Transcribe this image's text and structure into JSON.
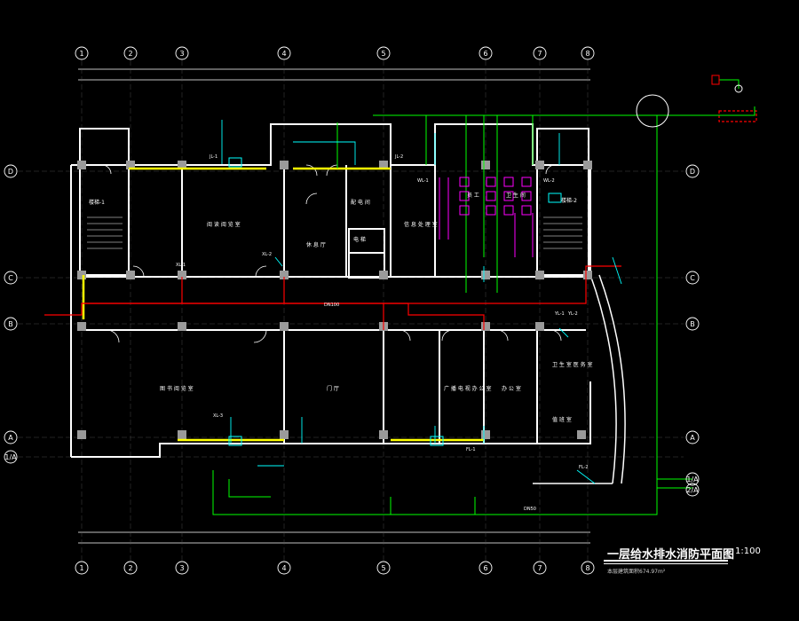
{
  "drawing": {
    "title": "一层给水排水消防平面图",
    "scale": "1:100",
    "subtitle": "本层建筑面积674.97m²"
  },
  "grid_top": [
    "1",
    "2",
    "3",
    "4",
    "5",
    "6",
    "7",
    "8"
  ],
  "grid_left": [
    "D",
    "C",
    "B",
    "A",
    "1/A"
  ],
  "grid_right": [
    "D",
    "C",
    "B",
    "A"
  ],
  "grid_right_extra": [
    "1/A",
    "2/A"
  ],
  "rooms": [
    {
      "id": "reading-room",
      "label": "阅 读 阅 览 室"
    },
    {
      "id": "lobby",
      "label": "休 息 厅"
    },
    {
      "id": "info-room",
      "label": "信 息 处 理 室"
    },
    {
      "id": "staff",
      "label": "员 工"
    },
    {
      "id": "restroom",
      "label": "卫 生 间"
    },
    {
      "id": "stair-left",
      "label": "楼梯-1"
    },
    {
      "id": "stair-right",
      "label": "楼梯-2"
    },
    {
      "id": "books-room",
      "label": "图 书 阅 览 室"
    },
    {
      "id": "hall",
      "label": "门 厅"
    },
    {
      "id": "office",
      "label": "广 播 电 视 办 公 室"
    },
    {
      "id": "machine-room",
      "label": "办 公 室"
    },
    {
      "id": "duty",
      "label": "值 班 室"
    },
    {
      "id": "health",
      "label": "卫 生 室 医 务 室"
    },
    {
      "id": "elevator",
      "label": "电 梯"
    },
    {
      "id": "equip",
      "label": "配 电 间"
    }
  ],
  "pipe_tags": [
    "JL-1",
    "JL-2",
    "WL-1",
    "WL-2",
    "XL-1",
    "XL-2",
    "XL-3",
    "YL-1",
    "YL-2",
    "FL-1",
    "FL-2",
    "DN100",
    "DN50"
  ],
  "colors": {
    "background": "#000000",
    "wall": "#ffffff",
    "water_supply": "#00ff00",
    "fire_main": "#ff0000",
    "drain": "#00ffff",
    "fixture": "#ff00ff",
    "axis": "#ffffff",
    "hydrant": "#ffff00"
  }
}
